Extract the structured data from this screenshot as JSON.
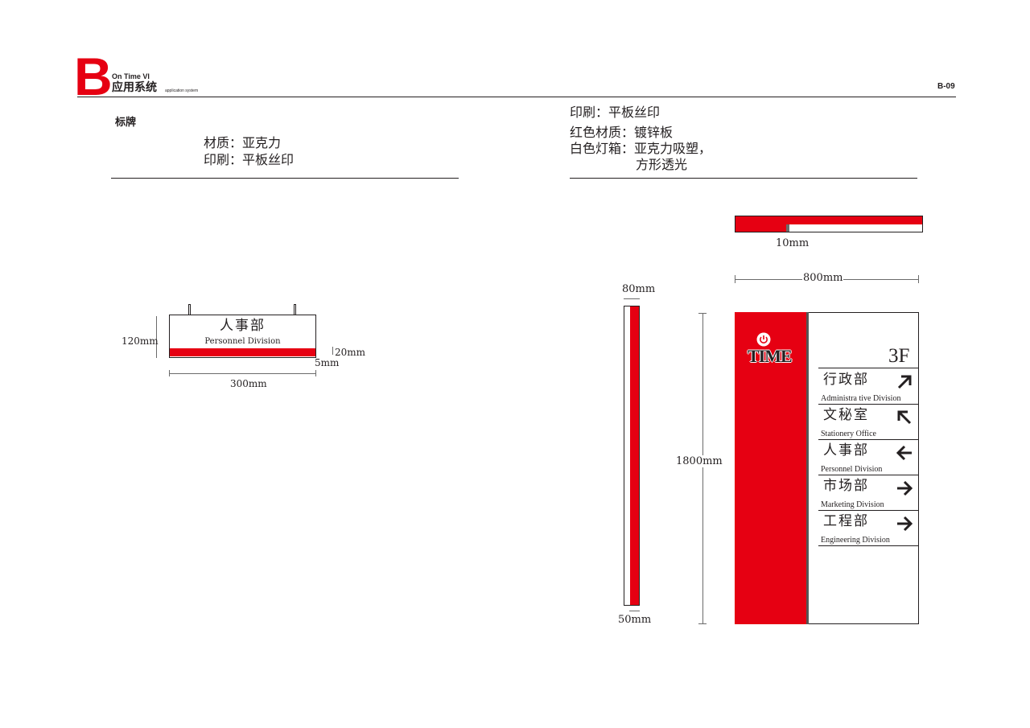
{
  "header": {
    "letter": "B",
    "brand": "On Time VI",
    "section_cn": "应用系统",
    "section_en": "application system",
    "page_code": "B-09"
  },
  "left": {
    "title": "标牌",
    "spec_material": "材质：亚克力",
    "spec_print": "印刷：平板丝印",
    "hanging_sign": {
      "name_cn": "人事部",
      "name_en": "Personnel Division",
      "height_label": "120mm",
      "stripe_label": "20mm",
      "gap_label": "5mm",
      "width_label": "300mm"
    }
  },
  "right": {
    "spec_print": "印刷：平板丝印",
    "spec_red": "红色材质：镀锌板",
    "spec_box_1": "白色灯箱：亚克力吸塑，",
    "spec_box_2": "方形透光",
    "top_view_label": "10mm",
    "width_label": "800mm",
    "side_width_label": "80mm",
    "side_base_label": "50mm",
    "height_label": "1800mm",
    "logo_text": "TIME",
    "floor": "3F",
    "directory": [
      {
        "cn": "行政部",
        "en": "Administra tive Division",
        "arrow": "arrow-up-right-icon"
      },
      {
        "cn": "文秘室",
        "en": "Stationery Office",
        "arrow": "arrow-up-left-icon"
      },
      {
        "cn": "人事部",
        "en": "Personnel Division",
        "arrow": "arrow-left-icon"
      },
      {
        "cn": "市场部",
        "en": "Marketing Division",
        "arrow": "arrow-right-icon"
      },
      {
        "cn": "工程部",
        "en": "Engineering Division",
        "arrow": "arrow-right-icon"
      }
    ],
    "colors": {
      "brand_red": "#e60012",
      "ink": "#231f20"
    }
  }
}
